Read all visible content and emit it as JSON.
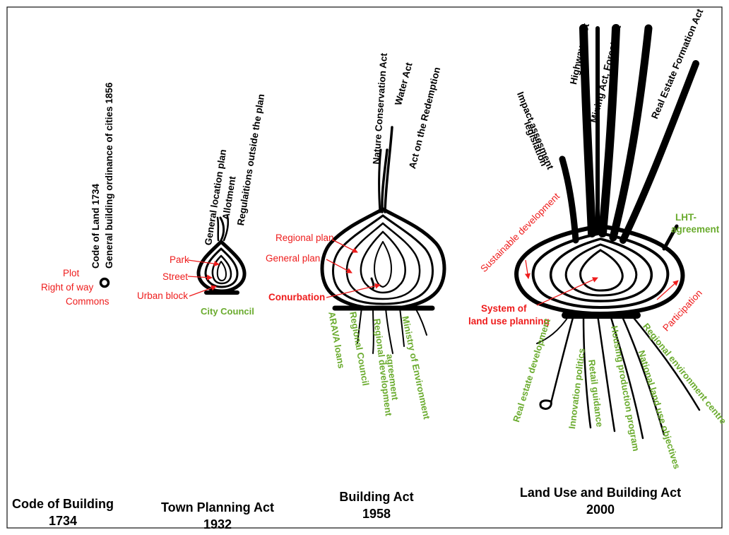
{
  "stages": [
    {
      "act": "Code of Building",
      "year": "1734",
      "leaves": [
        "Code of Land 1734",
        "General building ordinance of cities 1856"
      ],
      "red_labels": [
        "Plot",
        "Right of way",
        "Commons"
      ]
    },
    {
      "act": "Town Planning Act",
      "year": "1932",
      "leaves": [
        "General location plan",
        "Allotment",
        "Regulaitions outside the plan"
      ],
      "red_labels": [
        "Park",
        "Street",
        "Urban block"
      ],
      "green_labels": [
        "City Council"
      ]
    },
    {
      "act": "Building Act",
      "year": "1958",
      "leaves": [
        "Nature Conservation Act",
        "Water Act",
        "Act on the Redemption"
      ],
      "red_labels": [
        "Regional plan",
        "General plan",
        "Conurbation"
      ],
      "green_labels": [
        "ARAVA loans",
        "Regional Council",
        "Regional development",
        "agreement",
        "Ministry of Environment"
      ]
    },
    {
      "act": "Land Use and Building Act",
      "year": "2000",
      "leaves": [
        "Impact assesment",
        "legislation",
        "Highways Act",
        "Mining Act,  Forest Act",
        "Real Estate Formation Act"
      ],
      "red_labels": [
        "Sustainable development",
        "System of",
        "land use planning",
        "Participation"
      ],
      "green_labels": [
        "LHT-",
        "agreement",
        "Real estate development",
        "Innovation politics",
        "Retail guidance",
        "Housing production program",
        "National land use objectives",
        "Regional  environment centre"
      ]
    }
  ],
  "colors": {
    "red": "#ee1c1c",
    "green": "#6aab2e",
    "ink": "#000000"
  }
}
